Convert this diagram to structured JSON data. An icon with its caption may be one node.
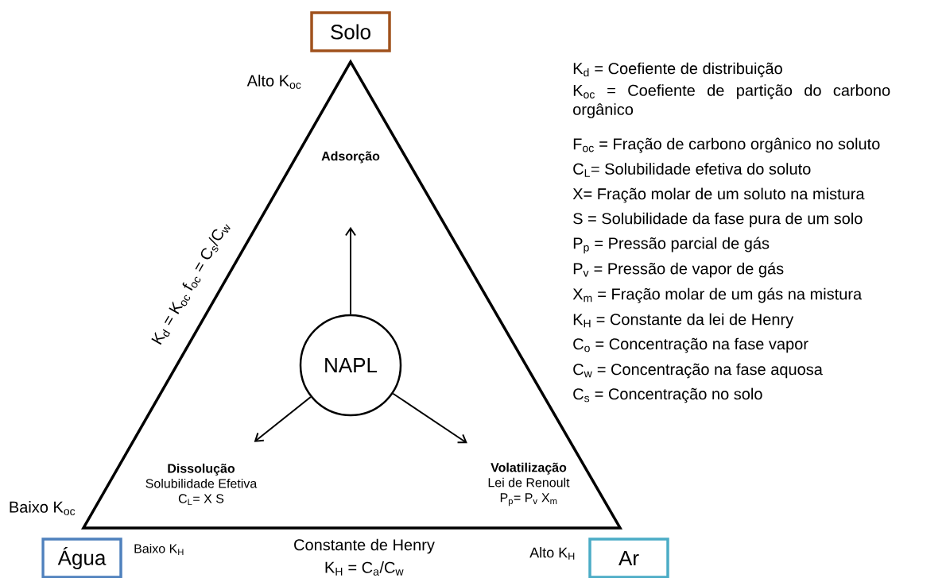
{
  "diagram": {
    "nodes": [
      {
        "text": [
          "Solo"
        ]
      },
      {
        "text": [],
        "shape": "triangle"
      },
      {
        "text": [
          "Adsorção"
        ],
        "in": 1
      },
      {
        "text": [
          "NAPL"
        ],
        "in": 1
      },
      {
        "text": [
          "Dissolução",
          "Solubilidade Efetiva",
          "C$_{L}$= X S"
        ],
        "in": 1
      },
      {
        "text": [
          "Volatilização",
          "Lei de Renoult",
          "P$_{p}$= P$_{v}$ X$_{m}$"
        ],
        "in": 1
      },
      {
        "text": [
          "Água"
        ]
      },
      {
        "text": [
          "Ar"
        ]
      }
    ],
    "edges": [
      {
        "from": 3,
        "to": 2,
        "arrow": "to"
      },
      {
        "from": 3,
        "to": 4,
        "arrow": "to"
      },
      {
        "from": 3,
        "to": 5,
        "arrow": "to"
      }
    ],
    "labels": [
      "Alto K$_{oc}$",
      "K$_{d}$ = K$_{oc}$ f$_{oc}$ = C$_{s}$/C$_{w}$",
      "Baixo K$_{oc}$",
      "Baixo K$_{H}$",
      "Constante de Henry",
      "K$_{H}$ = C$_{a}$/C$_{w}$",
      "Alto K$_{H}$",
      "K$_{d}$ = Coefiente de distribuição",
      "K$_{oc}$ = Coefiente de partição do carbono orgânico",
      "F$_{oc}$ = Fração de carbono orgânico no soluto",
      "C$_{L}$= Solubilidade efetiva do soluto",
      "X= Fração molar de um soluto na mistura",
      "S = Solubilidade da fase pura de um solo",
      "P$_{p}$ = Pressão parcial de gás",
      "P$_{v}$ =  Pressão de vapor de gás",
      "X$_{m}$ = Fração molar de um gás na mistura",
      "K$_{H}$ = Constante da lei de Henry",
      "C$_{o}$ = Concentração na fase vapor",
      "C$_{w}$ =  Concentração na fase aquosa",
      "C$_{s}$ =  Concentração no solo"
    ]
  }
}
